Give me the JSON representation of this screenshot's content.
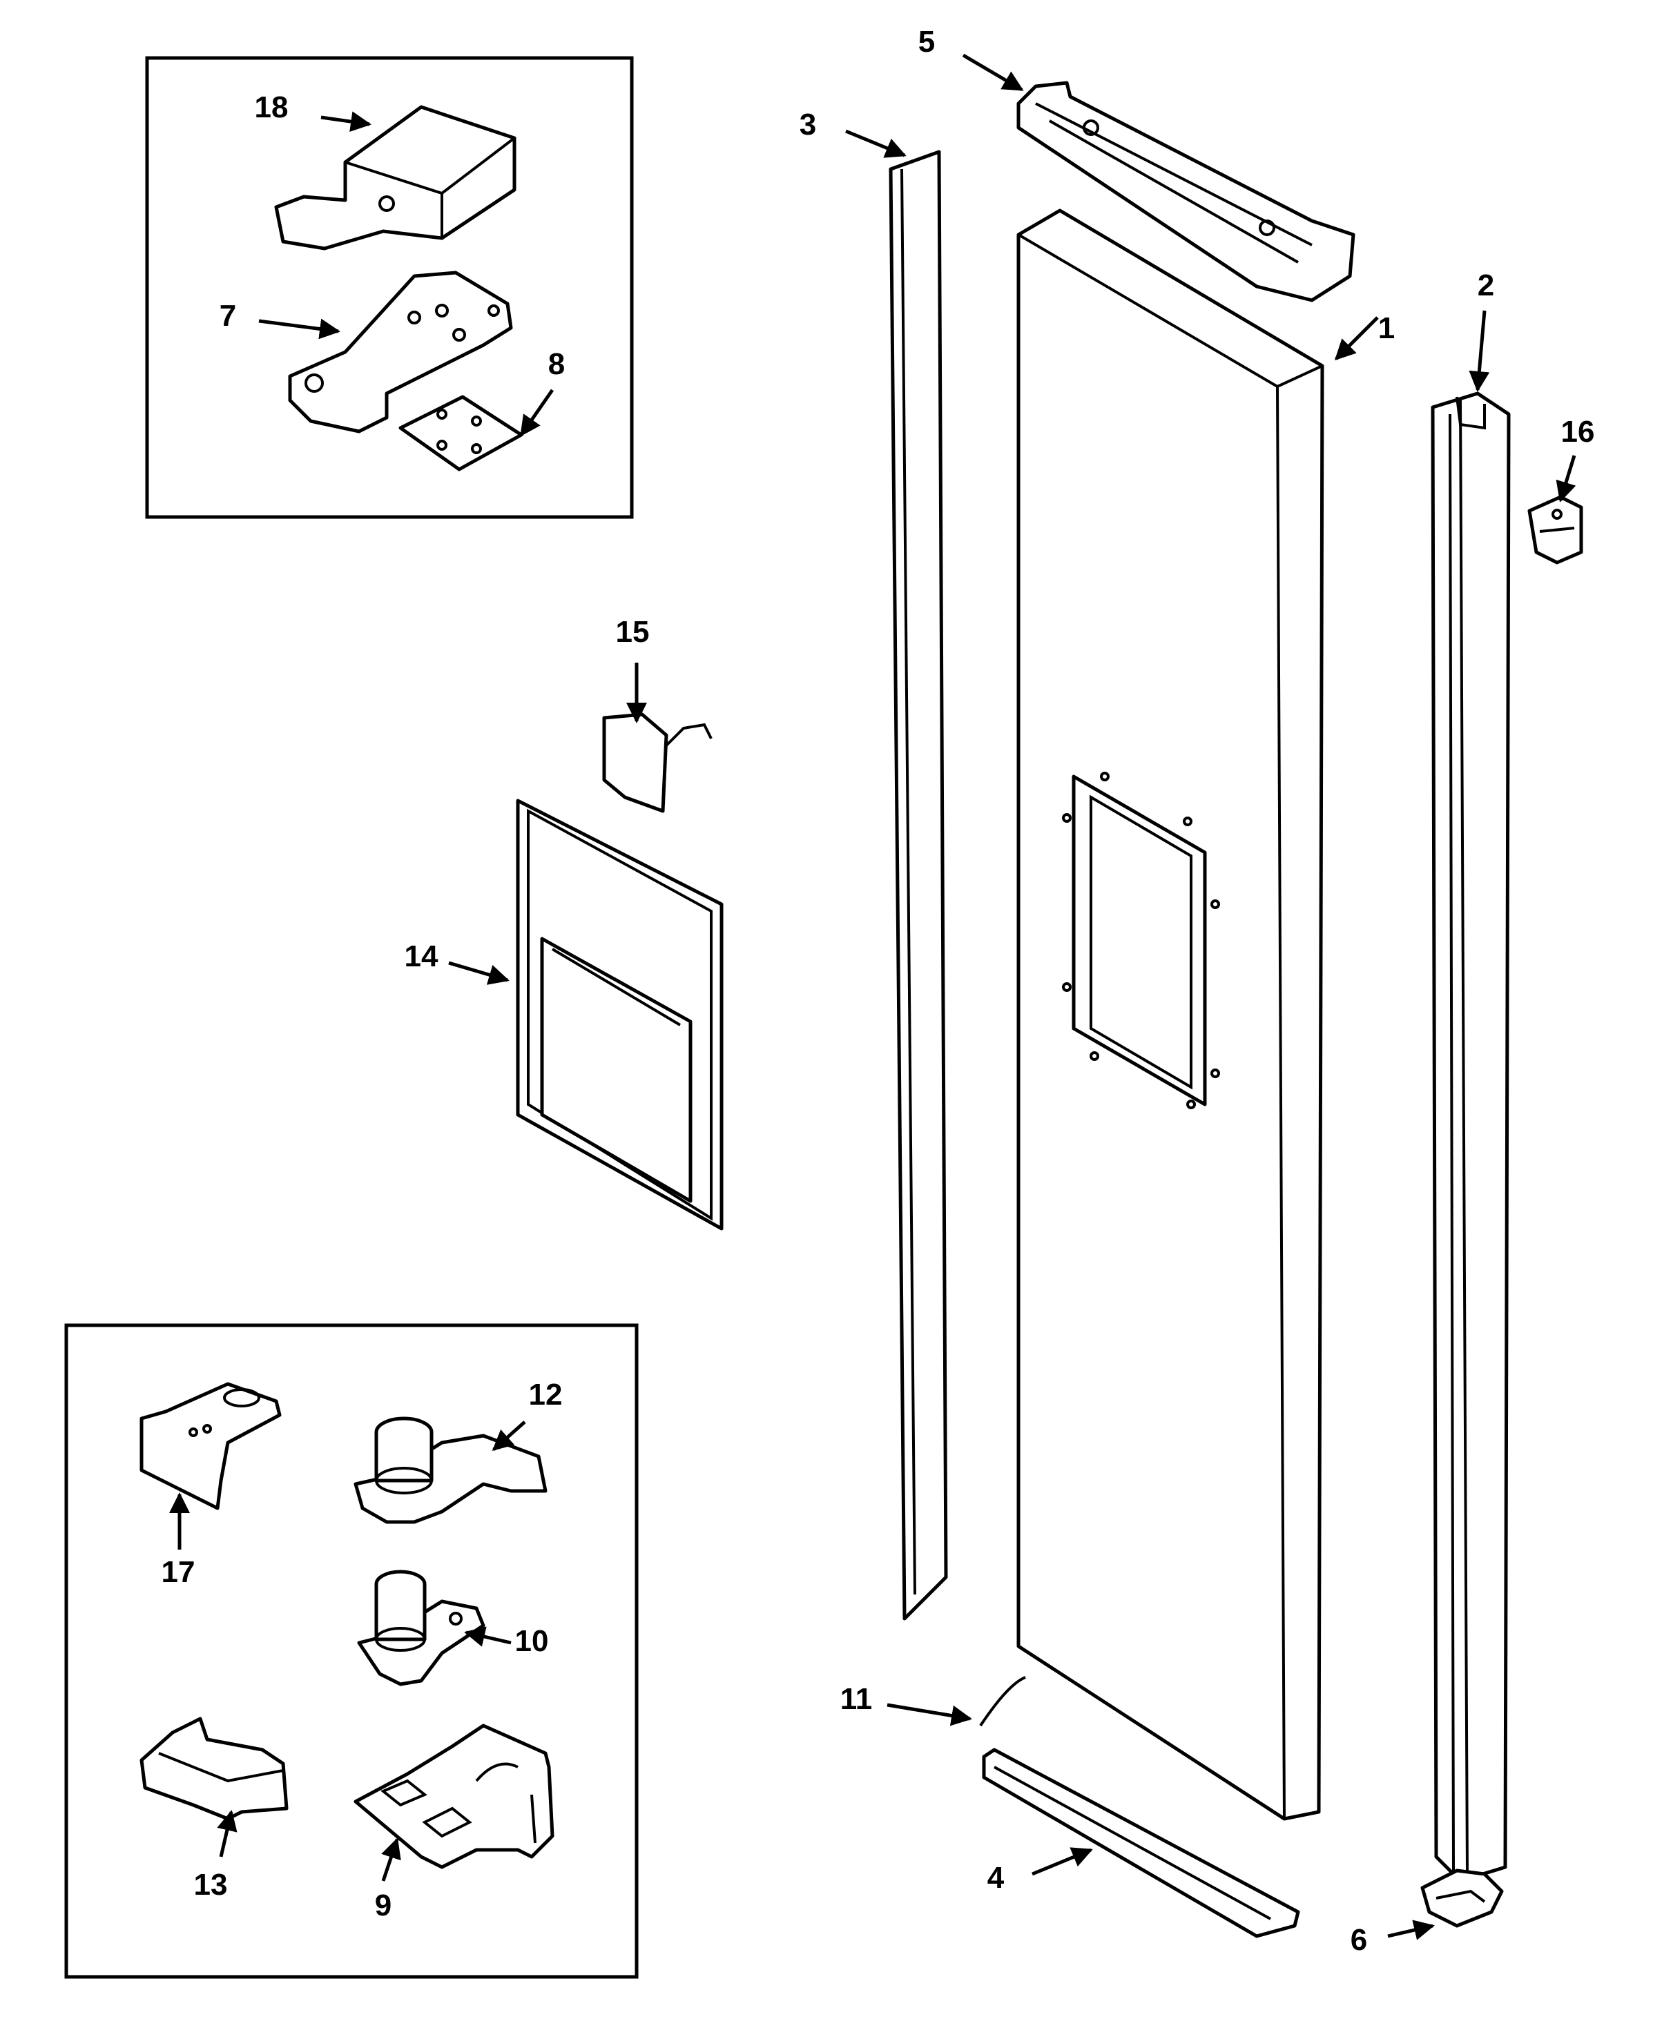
{
  "colors": {
    "ink": "#000000",
    "paper": "#ffffff"
  },
  "callouts": {
    "p1": "1",
    "p2": "2",
    "p3": "3",
    "p4": "4",
    "p5": "5",
    "p6": "6",
    "p7": "7",
    "p8": "8",
    "p9": "9",
    "p10": "10",
    "p11": "11",
    "p12": "12",
    "p13": "13",
    "p14": "14",
    "p15": "15",
    "p16": "16",
    "p17": "17",
    "p18": "18"
  }
}
